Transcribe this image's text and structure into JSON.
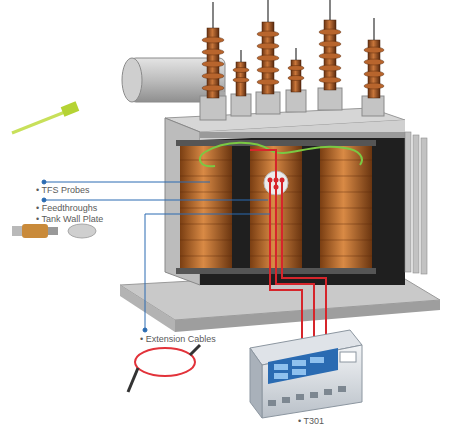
{
  "diagram": {
    "labels": [
      "• TFS Probes",
      "• Feedthroughs",
      "• Tank Wall Plate",
      "• Extension Cables",
      "• T301"
    ]
  }
}
